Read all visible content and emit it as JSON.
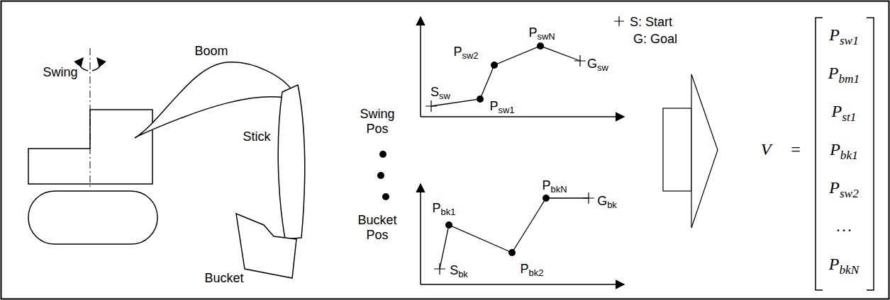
{
  "diagram": {
    "labels": [
      "Swing",
      "Boom",
      "Stick",
      "Bucket",
      "Swing Pos",
      "Bucket Pos",
      "S: Start",
      "G: Goal",
      "Psw2",
      "PswN",
      "Ssw",
      "Psw1",
      "Gsw",
      "Pbk1",
      "PbkN",
      "Gbk",
      "Pbk2",
      "Sbk",
      "V",
      "=",
      "Psw1",
      "Pbm1",
      "Pst1",
      "Pbk1",
      "Psw2",
      "…",
      "PbkN"
    ]
  }
}
